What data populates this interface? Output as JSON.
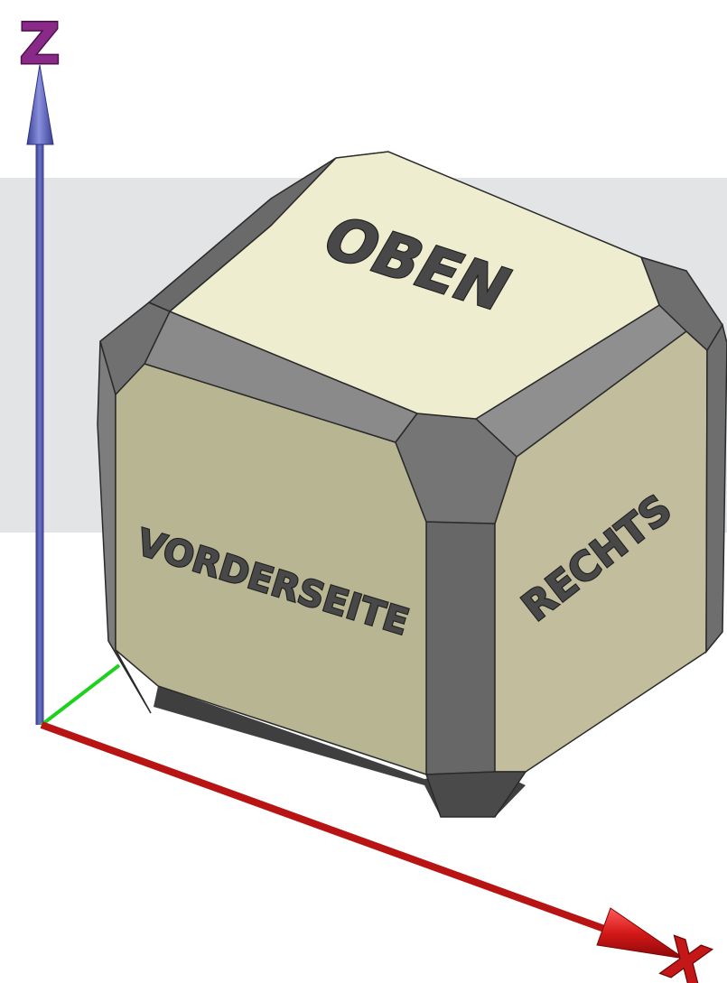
{
  "navigation_cube": {
    "faces": {
      "top": "OBEN",
      "front": "VORDERSEITE",
      "right": "RECHTS"
    },
    "axes": {
      "vertical": "Z",
      "horizontal": "X"
    }
  },
  "colors": {
    "background": "#ffffff",
    "band": "#e3e4e6",
    "top_face": "#efedcf",
    "front_face": "#b8b592",
    "right_face": "#c1bd9d",
    "bevel_dark": "#5d5d5d",
    "bevel_mid": "#8a8a8a",
    "z_axis": "#4f55a8",
    "x_axis": "#c01818",
    "y_axis": "#1fd11f",
    "label": "#484848"
  }
}
